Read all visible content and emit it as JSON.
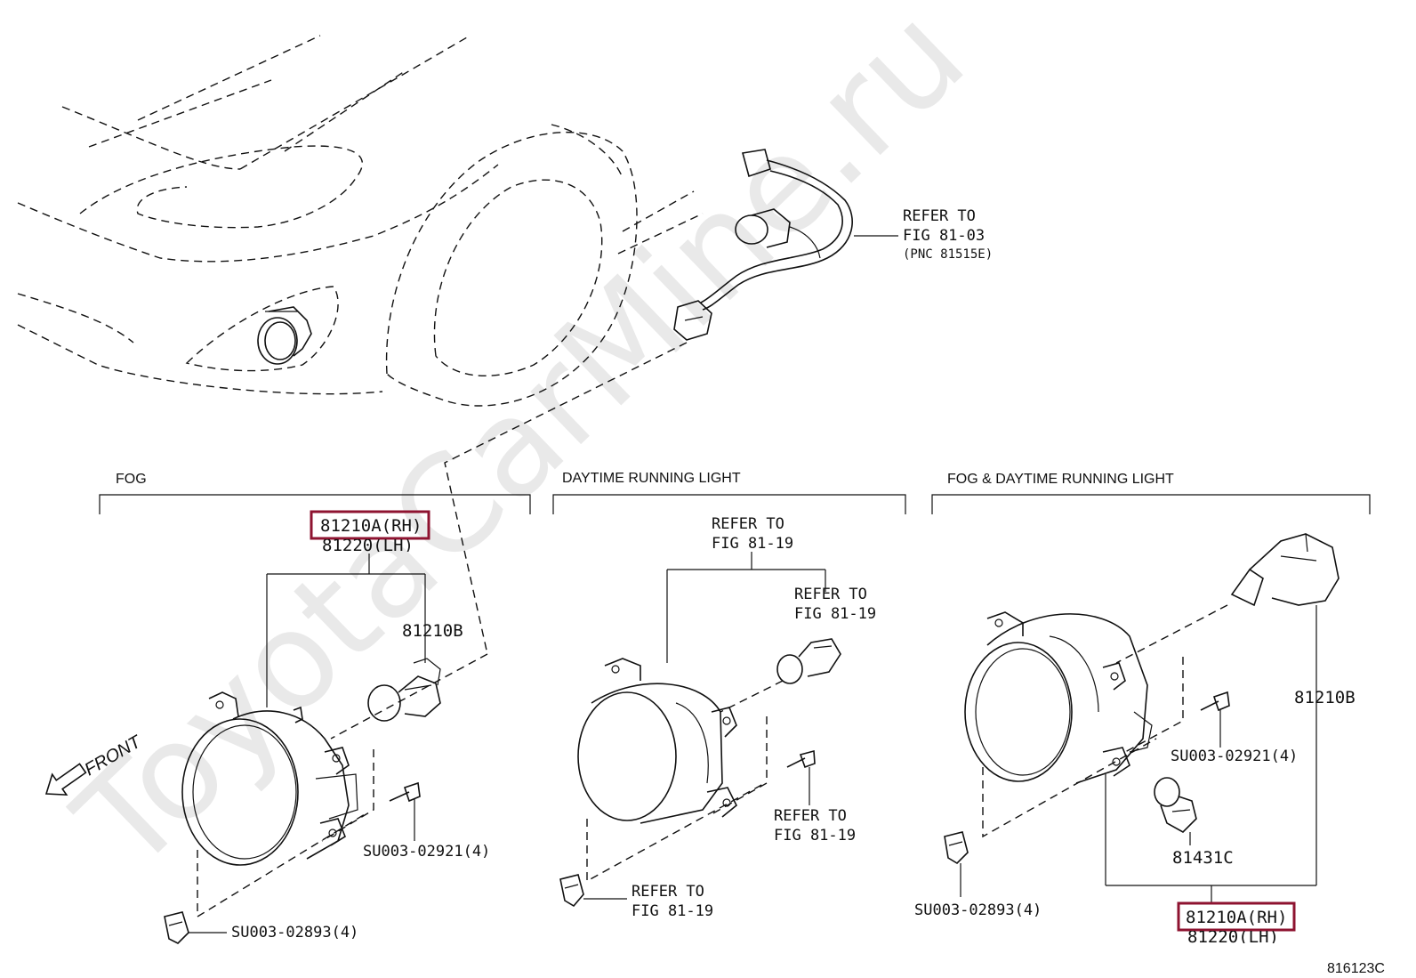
{
  "sections": {
    "fog": "FOG",
    "drl": "DAYTIME RUNNING LIGHT",
    "fog_drl": "FOG & DAYTIME RUNNING LIGHT"
  },
  "labels": {
    "refer_harness_1": "REFER TO",
    "refer_harness_2": "FIG 81-03",
    "refer_harness_3": "(PNC 81515E)",
    "fog_part_rh": "81210A(RH)",
    "fog_part_lh": "81220(LH)",
    "fog_bulb": "81210B",
    "fog_screw": "SU003-02921(4)",
    "fog_clip": "SU003-02893(4)",
    "drl_refer_a_1": "REFER TO",
    "drl_refer_a_2": "FIG 81-19",
    "drl_refer_b_1": "REFER TO",
    "drl_refer_b_2": "FIG 81-19",
    "drl_refer_c_1": "REFER TO",
    "drl_refer_c_2": "FIG 81-19",
    "drl_refer_d_1": "REFER TO",
    "drl_refer_d_2": "FIG 81-19",
    "combo_bulb": "81210B",
    "combo_screw": "SU003-02921(4)",
    "combo_socket": "81431C",
    "combo_clip": "SU003-02893(4)",
    "combo_part_rh": "81210A(RH)",
    "combo_part_lh": "81220(LH)",
    "front": "FRONT",
    "figure_id": "816123C"
  },
  "watermark": "ToyotaCarMine.ru",
  "colors": {
    "highlight": "#8e1330",
    "line": "#111111",
    "watermark": "#d8d8d8"
  }
}
